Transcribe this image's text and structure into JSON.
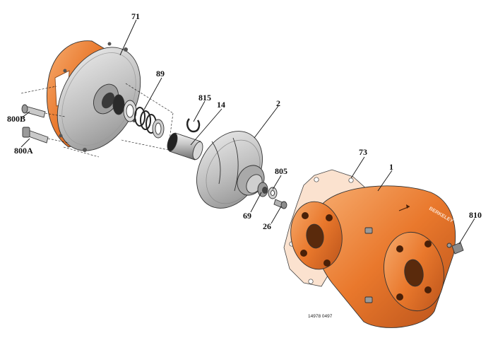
{
  "colors": {
    "orange": "#e9782c",
    "orange_light": "#f5a060",
    "orange_dark": "#b9521a",
    "grey": "#b4b4b4",
    "grey_light": "#dedede",
    "grey_dark": "#7a7a7a",
    "gasket": "#fbe2cf"
  },
  "parts": [
    {
      "id": "71",
      "label": "71",
      "name": "back-cover-plate"
    },
    {
      "id": "89",
      "label": "89",
      "name": "mechanical-seal"
    },
    {
      "id": "815",
      "label": "815",
      "name": "retaining-ring"
    },
    {
      "id": "14",
      "label": "14",
      "name": "shaft-sleeve"
    },
    {
      "id": "2",
      "label": "2",
      "name": "impeller"
    },
    {
      "id": "805",
      "label": "805",
      "name": "washer"
    },
    {
      "id": "69",
      "label": "69",
      "name": "impeller-nut"
    },
    {
      "id": "26",
      "label": "26",
      "name": "impeller-screw"
    },
    {
      "id": "73",
      "label": "73",
      "name": "gasket"
    },
    {
      "id": "1",
      "label": "1",
      "name": "pump-casing"
    },
    {
      "id": "810",
      "label": "810",
      "name": "drain-plug"
    },
    {
      "id": "800B",
      "label": "800B",
      "name": "stud"
    },
    {
      "id": "800A",
      "label": "800A",
      "name": "bolt"
    }
  ],
  "reference_code": "14978 0497",
  "casing_logo": "BERKELEY"
}
